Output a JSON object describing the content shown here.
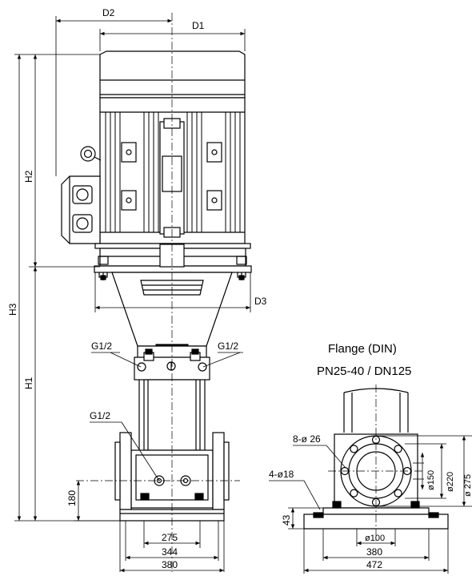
{
  "flange": {
    "line1": "Flange (DIN)",
    "line2": "PN25-40 / DN125"
  },
  "labels": {
    "d1": "D1",
    "d2": "D2",
    "d3": "D3",
    "h1": "H1",
    "h2": "H2",
    "h3": "H3",
    "g_left": "G1/2",
    "g_right": "G1/2",
    "g_lower": "G1/2",
    "dim_180": "180",
    "dim_275_bottom": "275",
    "dim_344": "344",
    "dim_380_left": "380",
    "holes_8": "8-ø 26",
    "holes_4": "4-ø18",
    "dia_150": "ø150",
    "dia_220": "ø220",
    "dia_275": "ø 275",
    "dim_43": "43",
    "dia_100": "ø100",
    "dim_380_right": "380",
    "dim_472": "472"
  },
  "icons": [
    "motor-drawing",
    "pump-drawing",
    "flange-drawing"
  ]
}
